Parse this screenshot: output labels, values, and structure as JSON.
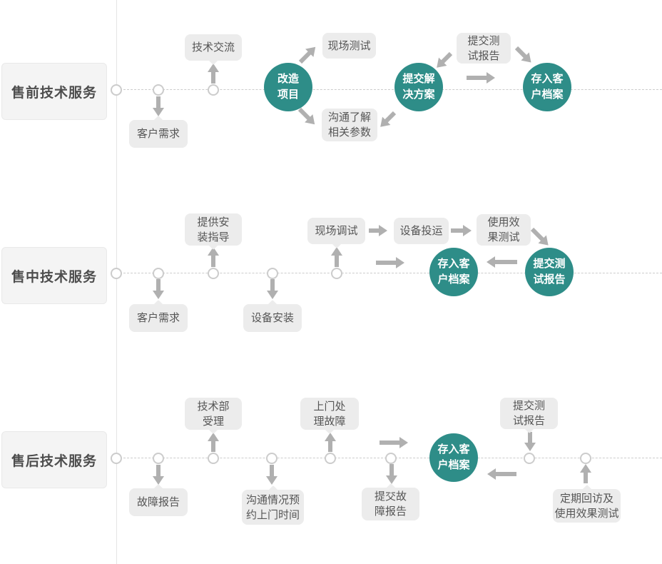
{
  "colors": {
    "accent_teal": "#2e8d88",
    "arrow_gray": "#b0b0b0",
    "bubble_gray": "#ececec",
    "label_box_gray": "#f4f4f4",
    "dash_line_gray": "#cccccc"
  },
  "lanes": [
    {
      "label": "售前技术服务",
      "bubbles": [
        {
          "label": "客户需求"
        },
        {
          "label": "技术交流"
        },
        {
          "label": "现场测试"
        },
        {
          "label": "沟通了解\n相关参数"
        },
        {
          "label": "提交测\n试报告"
        }
      ],
      "nodes": [
        {
          "label": "改造\n项目"
        },
        {
          "label": "提交解\n决方案"
        },
        {
          "label": "存入客\n户档案"
        }
      ]
    },
    {
      "label": "售中技术服务",
      "bubbles": [
        {
          "label": "客户需求"
        },
        {
          "label": "提供安\n装指导"
        },
        {
          "label": "设备安装"
        },
        {
          "label": "现场调试"
        },
        {
          "label": "设备投运"
        },
        {
          "label": "使用效\n果测试"
        }
      ],
      "nodes": [
        {
          "label": "存入客\n户档案"
        },
        {
          "label": "提交测\n试报告"
        }
      ]
    },
    {
      "label": "售后技术服务",
      "bubbles": [
        {
          "label": "故障报告"
        },
        {
          "label": "技术部\n受理"
        },
        {
          "label": "沟通情况预\n约上门时间"
        },
        {
          "label": "上门处\n理故障"
        },
        {
          "label": "提交故\n障报告"
        },
        {
          "label": "提交测\n试报告"
        },
        {
          "label": "定期回访及\n使用效果测试"
        }
      ],
      "nodes": [
        {
          "label": "存入客\n户档案"
        }
      ]
    }
  ]
}
